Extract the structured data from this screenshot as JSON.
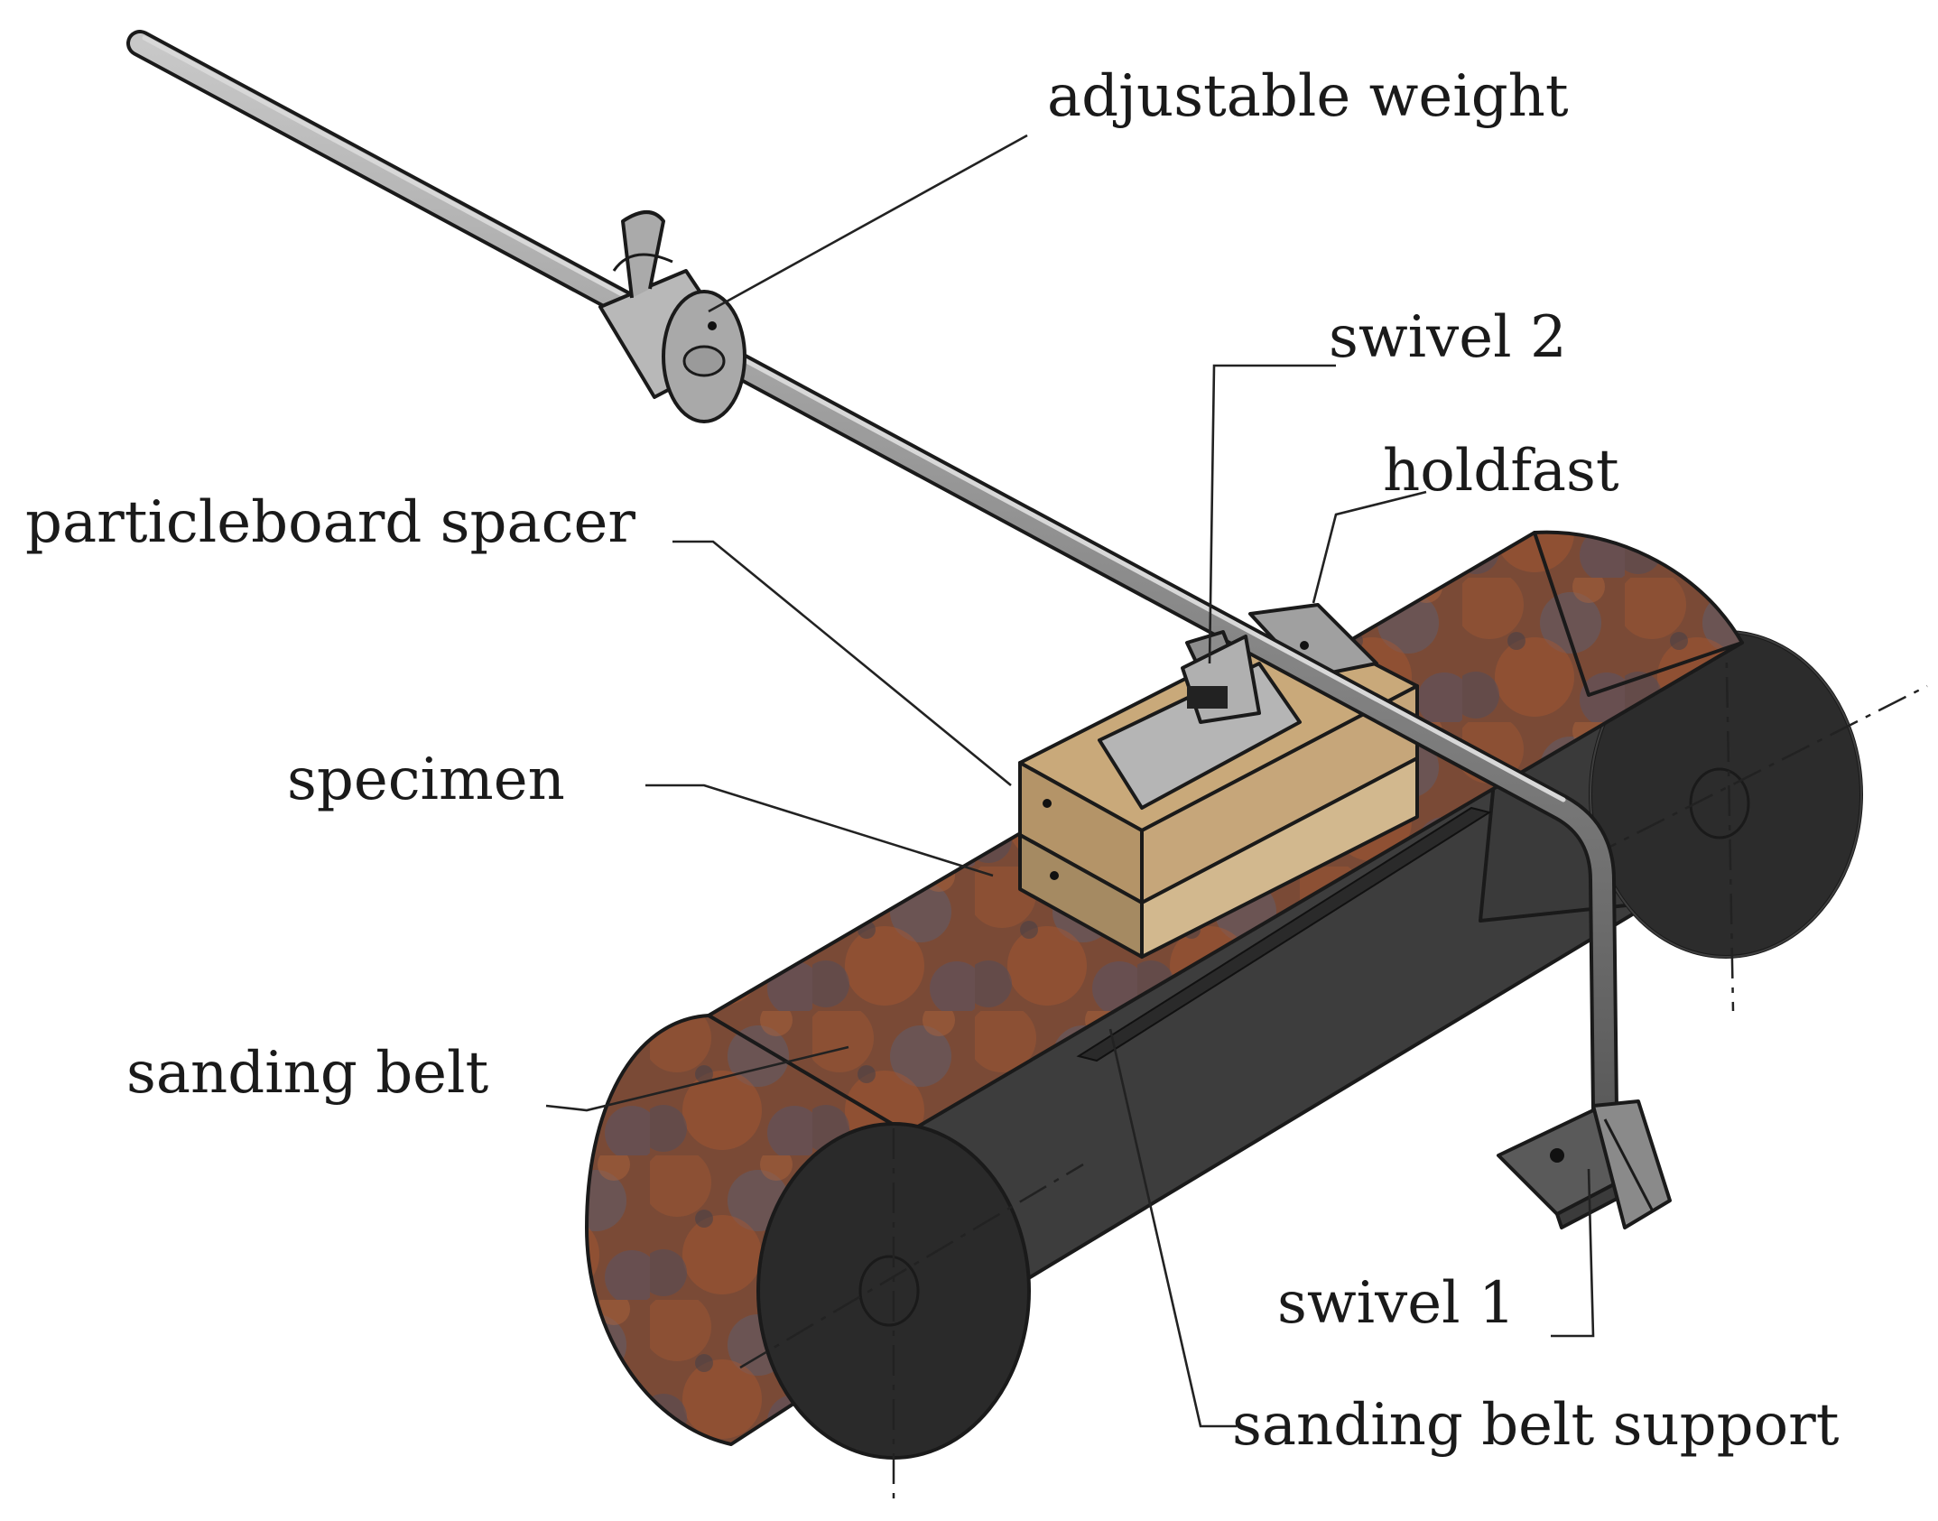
{
  "labels": {
    "adjustable_weight": "adjustable weight",
    "swivel_2": "swivel 2",
    "holdfast": "holdfast",
    "particleboard_spacer": "particleboard spacer",
    "specimen": "specimen",
    "sanding_belt": "sanding belt",
    "swivel_1": "swivel 1",
    "sanding_belt_support": "sanding belt support"
  },
  "colors": {
    "belt_rust": "#8a4a2c",
    "belt_gray": "#5a5a66",
    "wheel_face": "#2c2c2c",
    "belt_underside": "#3c3c3c",
    "wood_top": "#c8a878",
    "wood_front": "#b89a6c",
    "wood_side": "#a0835a",
    "metal": "#9a9a9a"
  }
}
